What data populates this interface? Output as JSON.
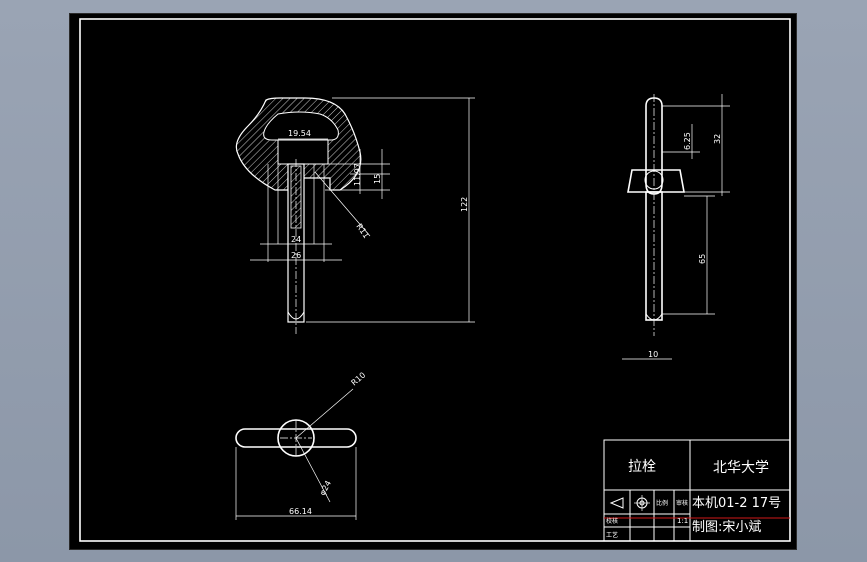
{
  "drawing": {
    "dimensions": {
      "d_9_54": "19.54",
      "d_11_97": "11.97",
      "d_15": "15",
      "d_r11": "R11",
      "d_24": "24",
      "d_26": "26",
      "d_122": "122",
      "d_6_25": "6.25",
      "d_32": "32",
      "d_65": "65",
      "d_10": "10",
      "d_r10": "R10",
      "d_phi24": "φ24",
      "d_66_14": "66.14"
    }
  },
  "title_block": {
    "part_name": "拉栓",
    "school": "北华大学",
    "drawing_no": "本机01-2 17号",
    "drafter": "制图:宋小斌",
    "scale_label": "比例",
    "scale_value": "1:1",
    "small_a": "校核",
    "small_b": "审核",
    "small_c": "工艺"
  },
  "colors": {
    "background": "#000000",
    "lines": "#ffffff",
    "accent_red": "#d01818",
    "frame_outer": "#9aa4b4"
  }
}
